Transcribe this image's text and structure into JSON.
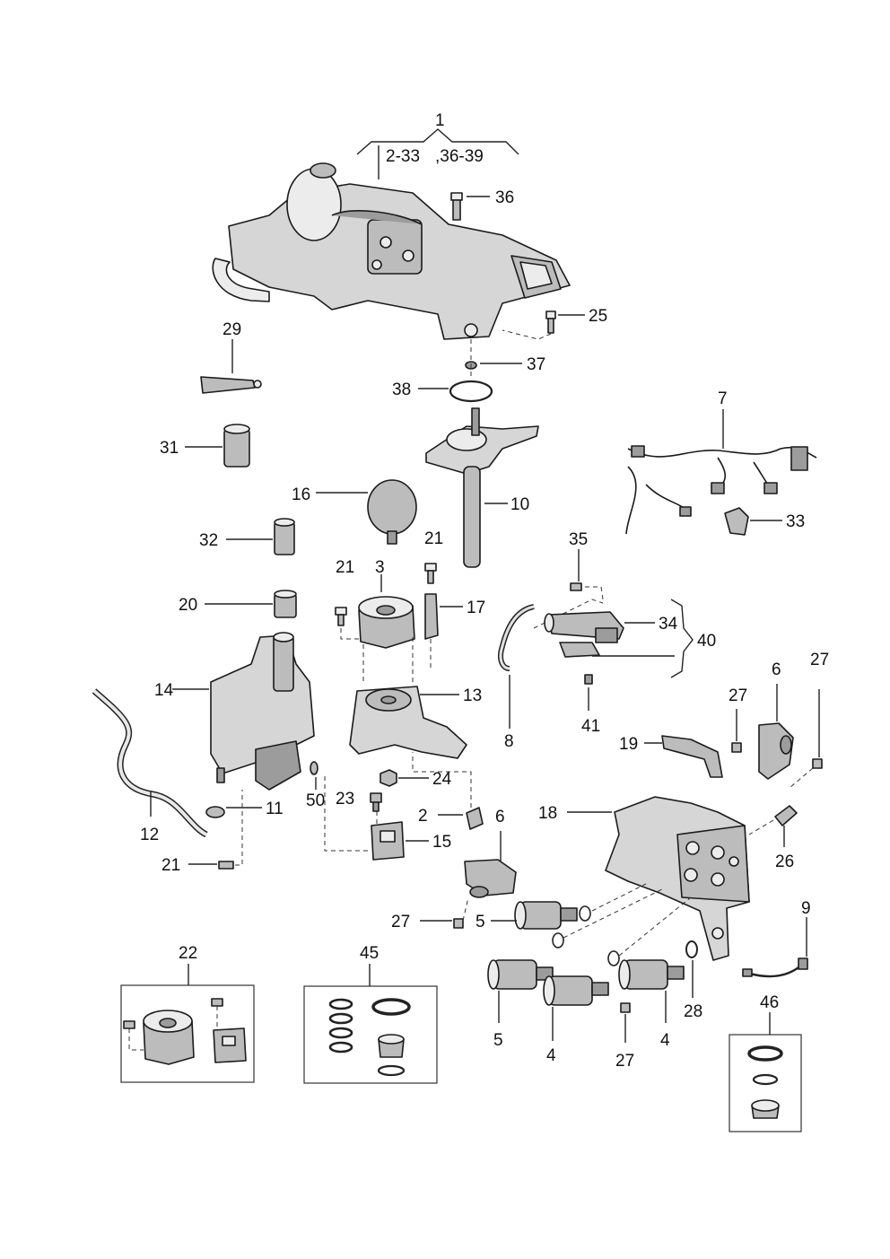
{
  "callouts": [
    {
      "id": "c1",
      "text": "1"
    },
    {
      "id": "c1a",
      "text": "2-33"
    },
    {
      "id": "c1b",
      "text": ",36-39"
    },
    {
      "id": "c36",
      "text": "36"
    },
    {
      "id": "c25",
      "text": "25"
    },
    {
      "id": "c29",
      "text": "29"
    },
    {
      "id": "c37",
      "text": "37"
    },
    {
      "id": "c38",
      "text": "38"
    },
    {
      "id": "c7",
      "text": "7"
    },
    {
      "id": "c31",
      "text": "31"
    },
    {
      "id": "c10",
      "text": "10"
    },
    {
      "id": "c16",
      "text": "16"
    },
    {
      "id": "c33",
      "text": "33"
    },
    {
      "id": "c32",
      "text": "32"
    },
    {
      "id": "c21a",
      "text": "21"
    },
    {
      "id": "c35",
      "text": "35"
    },
    {
      "id": "c21b",
      "text": "21"
    },
    {
      "id": "c3",
      "text": "3"
    },
    {
      "id": "c20",
      "text": "20"
    },
    {
      "id": "c17",
      "text": "17"
    },
    {
      "id": "c34",
      "text": "34"
    },
    {
      "id": "c40",
      "text": "40"
    },
    {
      "id": "c14",
      "text": "14"
    },
    {
      "id": "c13",
      "text": "13"
    },
    {
      "id": "c6a",
      "text": "6"
    },
    {
      "id": "c27a",
      "text": "27"
    },
    {
      "id": "c27b",
      "text": "27"
    },
    {
      "id": "c8",
      "text": "8"
    },
    {
      "id": "c41",
      "text": "41"
    },
    {
      "id": "c19",
      "text": "19"
    },
    {
      "id": "c24",
      "text": "24"
    },
    {
      "id": "c50",
      "text": "50"
    },
    {
      "id": "c23",
      "text": "23"
    },
    {
      "id": "c11",
      "text": "11"
    },
    {
      "id": "c2",
      "text": "2"
    },
    {
      "id": "c6b",
      "text": "6"
    },
    {
      "id": "c18",
      "text": "18"
    },
    {
      "id": "c12",
      "text": "12"
    },
    {
      "id": "c15",
      "text": "15"
    },
    {
      "id": "c26",
      "text": "26"
    },
    {
      "id": "c21c",
      "text": "21"
    },
    {
      "id": "c27c",
      "text": "27"
    },
    {
      "id": "c5a",
      "text": "5"
    },
    {
      "id": "c9",
      "text": "9"
    },
    {
      "id": "c22",
      "text": "22"
    },
    {
      "id": "c45",
      "text": "45"
    },
    {
      "id": "c28",
      "text": "28"
    },
    {
      "id": "c46",
      "text": "46"
    },
    {
      "id": "c5b",
      "text": "5"
    },
    {
      "id": "c4a",
      "text": "4"
    },
    {
      "id": "c27d",
      "text": "27"
    },
    {
      "id": "c4b",
      "text": "4"
    }
  ]
}
